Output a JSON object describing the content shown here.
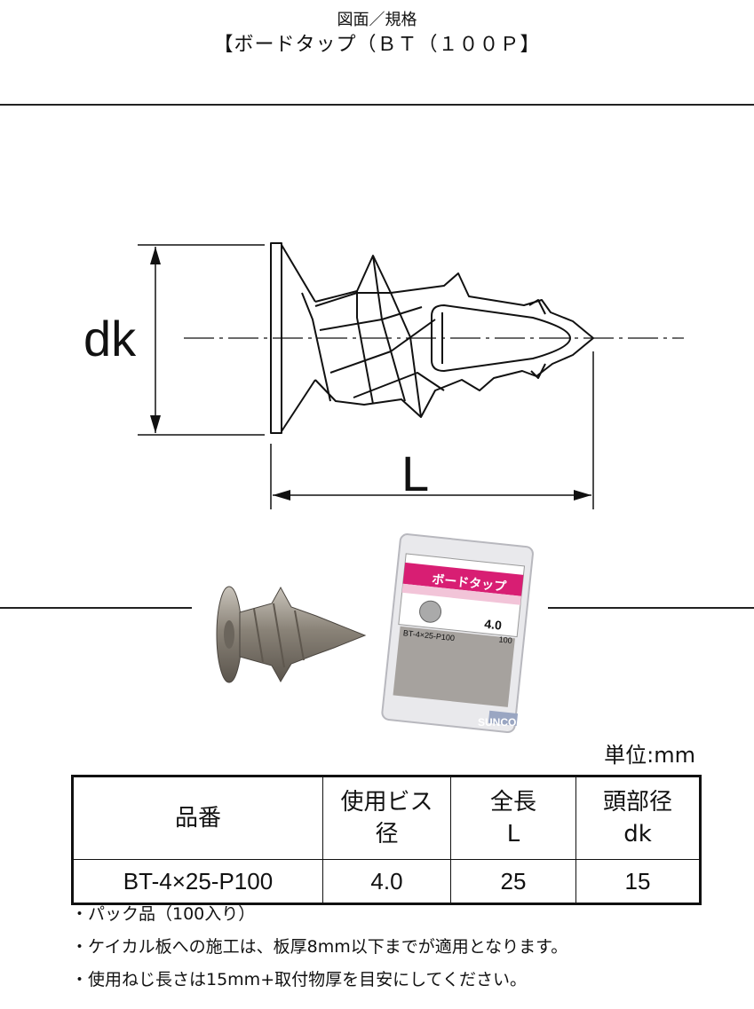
{
  "header": {
    "title": "図面／規格",
    "product": "【ボードタップ（ＢＴ（１００Ｐ】"
  },
  "drawing": {
    "label_dk": "dk",
    "label_L": "L"
  },
  "package": {
    "brand": "SUNCO",
    "box_title": "ボードタップ",
    "size": "4.0",
    "code": "BT-4×25-P100",
    "qty": "100"
  },
  "spec": {
    "unit": "単位:mm",
    "headers": {
      "part": "品番",
      "screw_line1": "使用ビス",
      "screw_line2": "径",
      "length_line1": "全長",
      "length_line2": "L",
      "head_line1": "頭部径",
      "head_line2": "dk"
    },
    "rows": [
      {
        "part": "BT-4×25-P100",
        "screw": "4.0",
        "length": "25",
        "head": "15"
      }
    ]
  },
  "notes": [
    "・パック品（100入り）",
    "・ケイカル板への施工は、板厚8mm以下までが適用となります。",
    "・使用ねじ長さは15mm+取付物厚を目安にしてください。"
  ]
}
